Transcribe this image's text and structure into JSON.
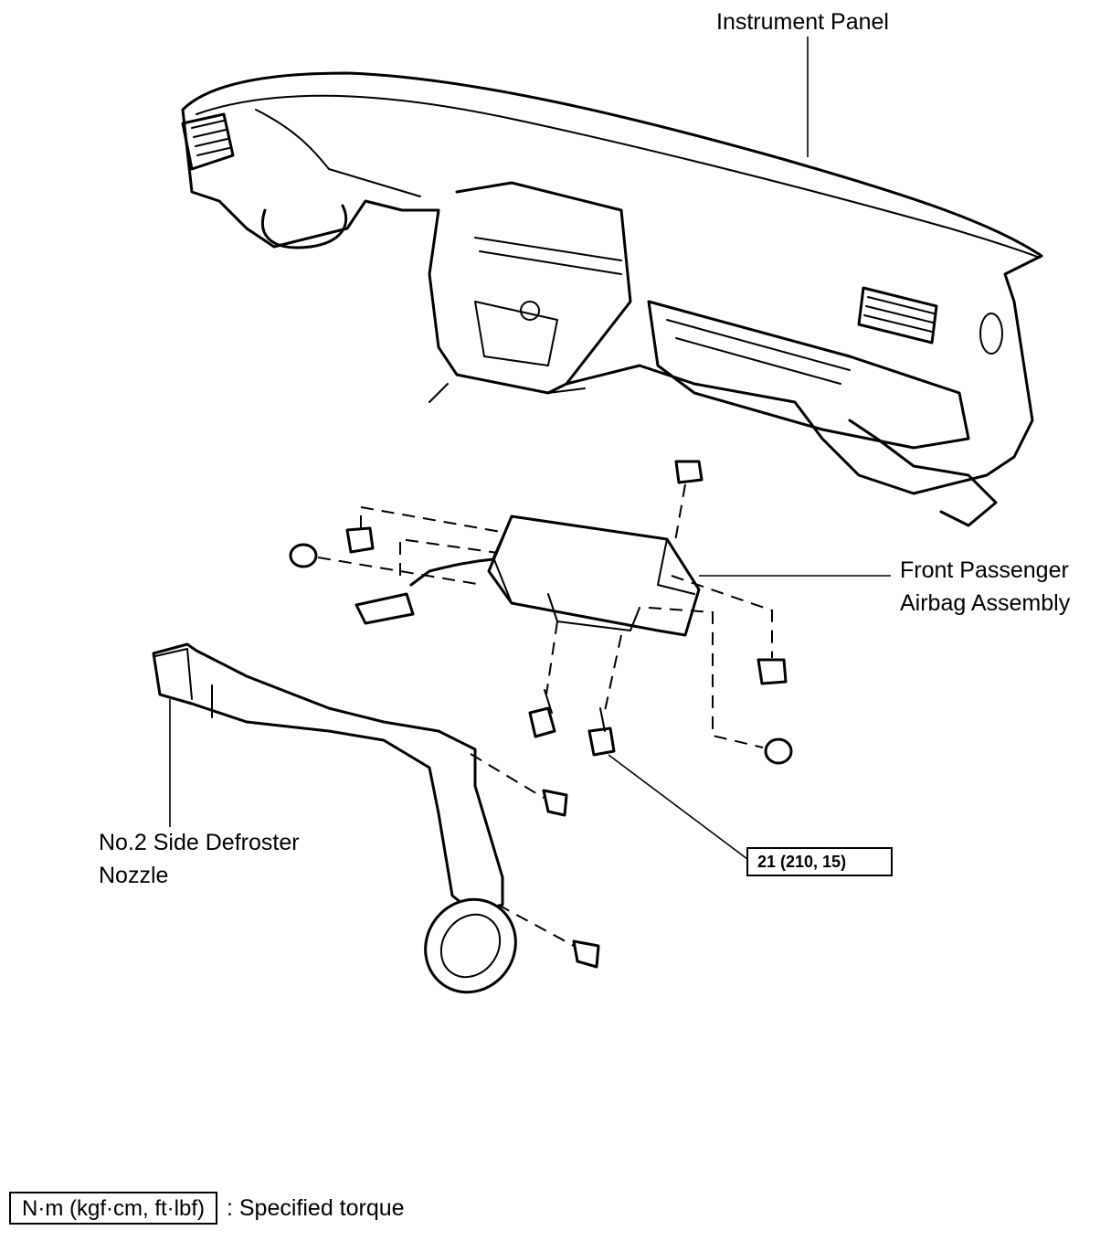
{
  "labels": {
    "instrument_panel": "Instrument Panel",
    "airbag_line1": "Front Passenger",
    "airbag_line2": "Airbag Assembly",
    "defroster_line1": "No.2 Side Defroster",
    "defroster_line2": "Nozzle"
  },
  "torque": {
    "value": "21 (210, 15)"
  },
  "legend": {
    "box_text": "N·m (kgf·cm, ft·lbf)",
    "description": ": Specified torque"
  }
}
